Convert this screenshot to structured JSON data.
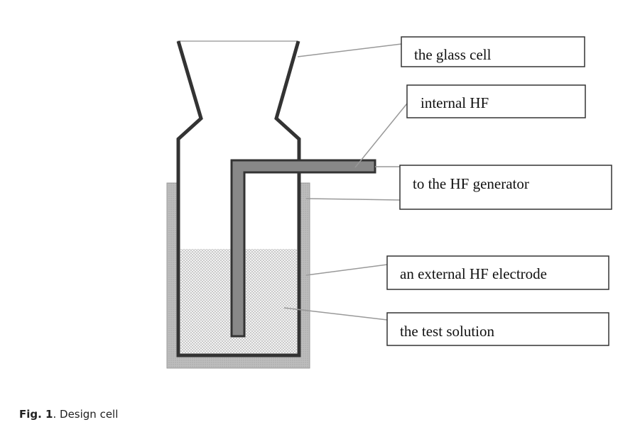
{
  "labels": {
    "glass_cell": "the glass cell",
    "internal_hf": "internal HF",
    "hf_generator": "to the HF generator",
    "external_electrode": "an external HF electrode",
    "test_solution": "the test solution"
  },
  "caption": {
    "fig": "Fig. 1",
    "text": ". Design cell"
  },
  "colors": {
    "wall": "#333333",
    "tube": "#888888",
    "jacket": "#b8b8b8",
    "leader": "#999999"
  }
}
